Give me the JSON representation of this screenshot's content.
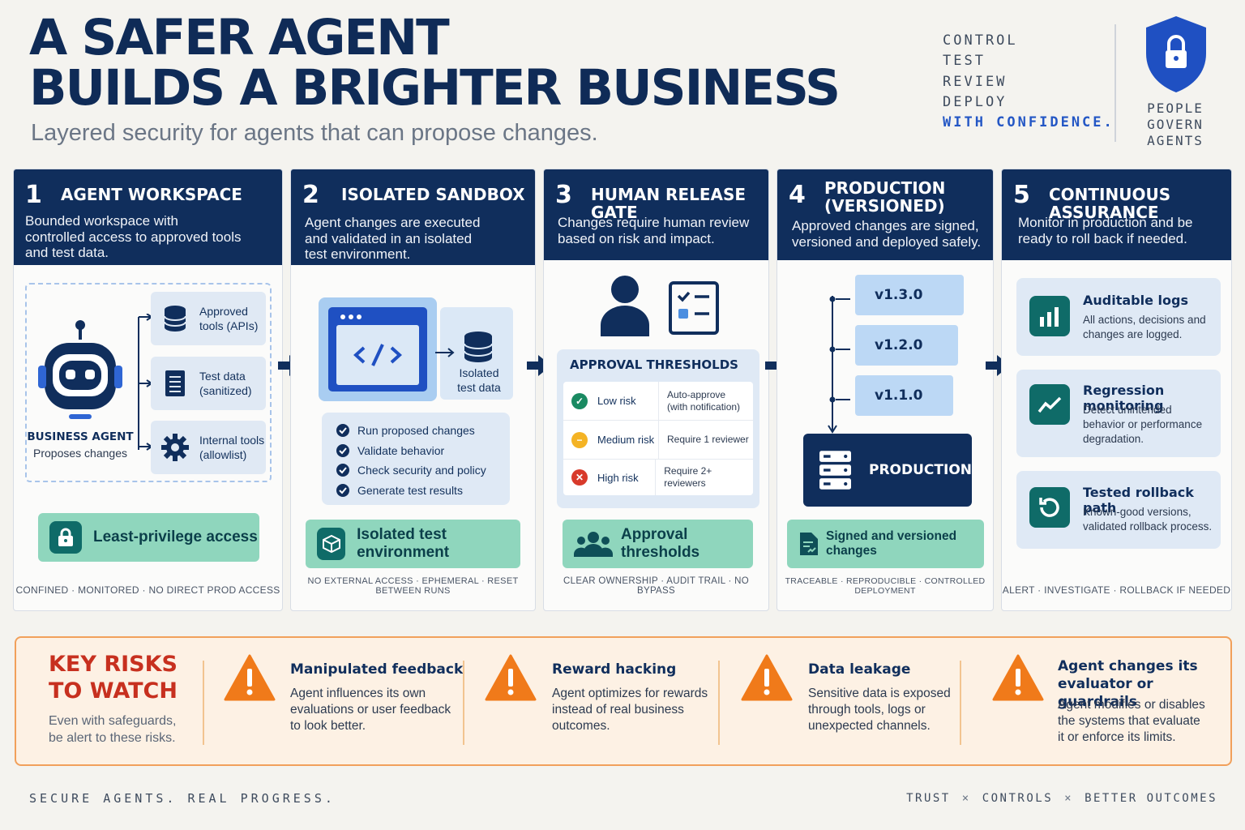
{
  "header": {
    "title_line1": "A SAFER AGENT",
    "title_line2": "BUILDS A BRIGHTER BUSINESS",
    "subtitle": "Layered security for agents that can propose changes.",
    "tags": [
      "CONTROL",
      "TEST",
      "REVIEW",
      "DEPLOY",
      "WITH CONFIDENCE."
    ],
    "badge_lines": [
      "PEOPLE",
      "GOVERN",
      "AGENTS"
    ]
  },
  "colors": {
    "navy": "#102e5c",
    "teal": "#0f6b68",
    "mint": "#8fd6bd",
    "orange": "#f07a1a",
    "red": "#c7301f",
    "blue": "#2457c5"
  },
  "columns": [
    {
      "num": "1",
      "title": "AGENT WORKSPACE",
      "desc": [
        "Bounded workspace with",
        "controlled access to approved tools",
        "and test data."
      ],
      "agent_label": "BUSINESS AGENT",
      "agent_sub": "Proposes changes",
      "tools": [
        {
          "l1": "Approved",
          "l2": "tools (APIs)",
          "icon": "database-icon"
        },
        {
          "l1": "Test data",
          "l2": "(sanitized)",
          "icon": "document-icon"
        },
        {
          "l1": "Internal tools",
          "l2": "(allowlist)",
          "icon": "gear-icon"
        }
      ],
      "pill": "Least-privilege access",
      "footer": "CONFINED  ·  MONITORED  ·  NO DIRECT PROD ACCESS"
    },
    {
      "num": "2",
      "title": "ISOLATED SANDBOX",
      "desc": [
        "Agent changes are executed",
        "and validated in an isolated",
        "test environment."
      ],
      "isolated_l1": "Isolated",
      "isolated_l2": "test data",
      "checks": [
        "Run proposed changes",
        "Validate behavior",
        "Check security and policy",
        "Generate test results"
      ],
      "pill": "Isolated test environment",
      "footer": "NO EXTERNAL ACCESS  ·  EPHEMERAL  ·  RESET BETWEEN RUNS"
    },
    {
      "num": "3",
      "title": "HUMAN RELEASE GATE",
      "desc": [
        "Changes require human review",
        "based on risk and impact."
      ],
      "approval_title": "APPROVAL THRESHOLDS",
      "rows": [
        {
          "risk": "Low risk",
          "rule1": "Auto-approve",
          "rule2": "(with notification)"
        },
        {
          "risk": "Medium risk",
          "rule1": "Require 1 reviewer",
          "rule2": ""
        },
        {
          "risk": "High risk",
          "rule1": "Require 2+ reviewers",
          "rule2": ""
        }
      ],
      "pill": "Approval thresholds",
      "footer": "CLEAR OWNERSHIP  ·  AUDIT TRAIL  ·  NO BYPASS"
    },
    {
      "num": "4",
      "title_l1": "PRODUCTION",
      "title_l2": "(VERSIONED)",
      "desc": [
        "Approved changes are signed,",
        "versioned and deployed safely."
      ],
      "versions": [
        "v1.3.0",
        "v1.2.0",
        "v1.1.0"
      ],
      "production": "PRODUCTION",
      "pill": "Signed and versioned changes",
      "footer": "TRACEABLE  ·  REPRODUCIBLE  ·  CONTROLLED DEPLOYMENT"
    },
    {
      "num": "5",
      "title": "CONTINUOUS ASSURANCE",
      "desc": [
        "Monitor in production and be",
        "ready to roll back if needed."
      ],
      "cards": [
        {
          "title": "Auditable logs",
          "d": [
            "All actions, decisions and",
            "changes are logged."
          ]
        },
        {
          "title": "Regression monitoring",
          "d": [
            "Detect unintended",
            "behavior or performance",
            "degradation."
          ]
        },
        {
          "title": "Tested rollback path",
          "d": [
            "Known-good versions,",
            "validated rollback process."
          ]
        }
      ],
      "footer": "ALERT  ·  INVESTIGATE  ·  ROLLBACK IF NEEDED"
    }
  ],
  "risks": {
    "title_l1": "KEY RISKS",
    "title_l2": "TO WATCH",
    "sub_l1": "Even with safeguards,",
    "sub_l2": "be alert to these risks.",
    "items": [
      {
        "h": [
          "Manipulated feedback"
        ],
        "d": [
          "Agent influences its own",
          "evaluations or user feedback",
          "to look better."
        ]
      },
      {
        "h": [
          "Reward hacking"
        ],
        "d": [
          "Agent optimizes for rewards",
          "instead of real business",
          "outcomes."
        ]
      },
      {
        "h": [
          "Data leakage"
        ],
        "d": [
          "Sensitive data is exposed",
          "through tools, logs or",
          "unexpected channels."
        ]
      },
      {
        "h": [
          "Agent changes its",
          "evaluator or guardrails"
        ],
        "d": [
          "Agent modifies or disables",
          "the systems that evaluate",
          "it or enforce its limits."
        ]
      }
    ]
  },
  "footer": {
    "left": "SECURE AGENTS. REAL PROGRESS.",
    "right": [
      "TRUST",
      "CONTROLS",
      "BETTER OUTCOMES"
    ],
    "sep": "×"
  }
}
